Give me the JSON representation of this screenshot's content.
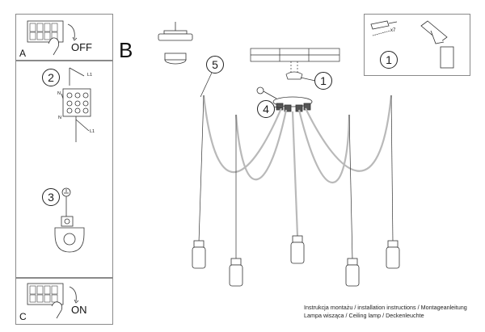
{
  "panels": {
    "a": {
      "letter": "A",
      "switch_state": "OFF"
    },
    "c": {
      "letter": "C",
      "switch_state": "ON"
    },
    "b": {
      "letter": "B"
    }
  },
  "steps": {
    "left_2": "2",
    "left_3": "3",
    "kit_1": "1",
    "main_1": "1",
    "main_4": "4",
    "main_5": "5"
  },
  "wiring_labels": {
    "top_n": "N",
    "top_l1": "L1",
    "bottom_n": "N",
    "bottom_l1": "L1"
  },
  "kit": {
    "dowel_count": "x7"
  },
  "footer": {
    "line1": "Instrukcja montażu / installation instructions / Montageanleitung",
    "line2": "Lampa wisząca / Ceiling lamp / Deckenleuchte"
  },
  "colors": {
    "line": "#222222",
    "cable": "#b9b9b9",
    "panel_border": "#8a8a8a"
  }
}
